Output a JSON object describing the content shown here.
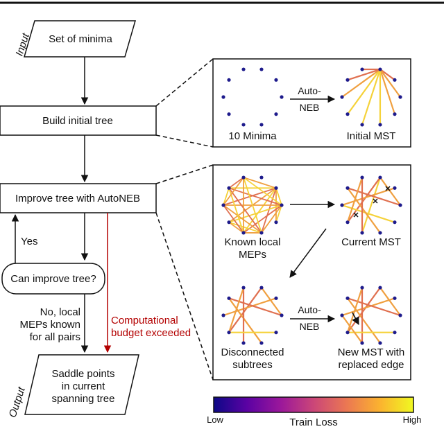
{
  "flowchart": {
    "input_label": "Input",
    "output_label": "Output",
    "set_of_minima": "Set of minima",
    "build_tree": "Build initial tree",
    "improve_tree": "Improve tree with AutoNEB",
    "can_improve": "Can improve tree?",
    "yes": "Yes",
    "no_lines": [
      "No, local",
      "MEPs known",
      "for all pairs"
    ],
    "budget_lines": [
      "Computational",
      "budget exceeded"
    ],
    "saddle_lines": [
      "Saddle points",
      "in current",
      "spanning tree"
    ]
  },
  "detail_top": {
    "left_caption": "10 Minima",
    "arrow_lines": [
      "Auto-",
      "NEB"
    ],
    "right_caption": "Initial MST"
  },
  "detail_bottom": {
    "known_lines": [
      "Known local",
      "MEPs"
    ],
    "current_mst": "Current MST",
    "disconnected_lines": [
      "Disconnected",
      "subtrees"
    ],
    "arrow_lines": [
      "Auto-",
      "NEB"
    ],
    "new_mst_lines": [
      "New MST with",
      "replaced edge"
    ]
  },
  "colorbar": {
    "low": "Low",
    "high": "High",
    "title": "Train Loss",
    "gradient": [
      "#0d0887",
      "#5b02a3",
      "#9a179b",
      "#cb4678",
      "#eb7852",
      "#fbb32f",
      "#f0f921"
    ]
  },
  "colors": {
    "budget_red": "#b30000",
    "node": "#1e1b8c",
    "edge_high": "#f5d23a",
    "edge_mid": "#f0a040",
    "edge_lowmid": "#e07050"
  }
}
